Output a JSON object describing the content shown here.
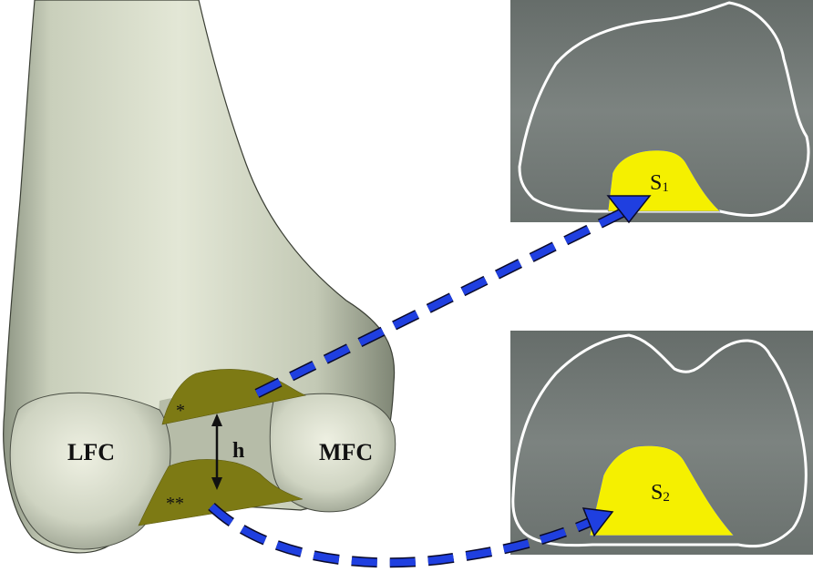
{
  "figure": {
    "femur": {
      "labels": {
        "lateral_condyle": "LFC",
        "medial_condyle": "MFC",
        "height": "h",
        "upper_region_marker": "*",
        "lower_region_marker": "**"
      }
    },
    "panels": [
      {
        "id": "upper-slice",
        "region_label": "S",
        "region_subscript": "1"
      },
      {
        "id": "lower-slice",
        "region_label": "S",
        "region_subscript": "2"
      }
    ],
    "colors": {
      "bone": "#d8ddcc",
      "bone_shadow": "#9ea592",
      "region_fill": "#7d7a14",
      "slice_background": "#6f7572",
      "slice_outline": "#ffffff",
      "slice_region": "#f5f000",
      "arrow": "#1f3fe0",
      "arrow_outline": "#0a0a2a"
    }
  }
}
